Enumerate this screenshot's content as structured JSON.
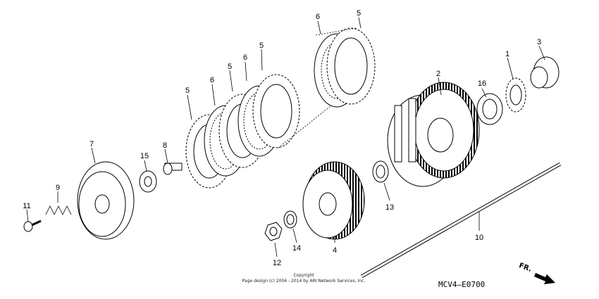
{
  "callouts": [
    "1",
    "2",
    "3",
    "4",
    "5",
    "5",
    "5",
    "5",
    "6",
    "6",
    "6",
    "7",
    "8",
    "9",
    "10",
    "11",
    "12",
    "13",
    "14",
    "15",
    "16"
  ],
  "copyright": {
    "line1": "Copyright",
    "line2": "Page design (c) 2004 - 2014 by ARI Network Services, Inc."
  },
  "diagram_code": "MCV4—E0700",
  "direction_label": "FR."
}
